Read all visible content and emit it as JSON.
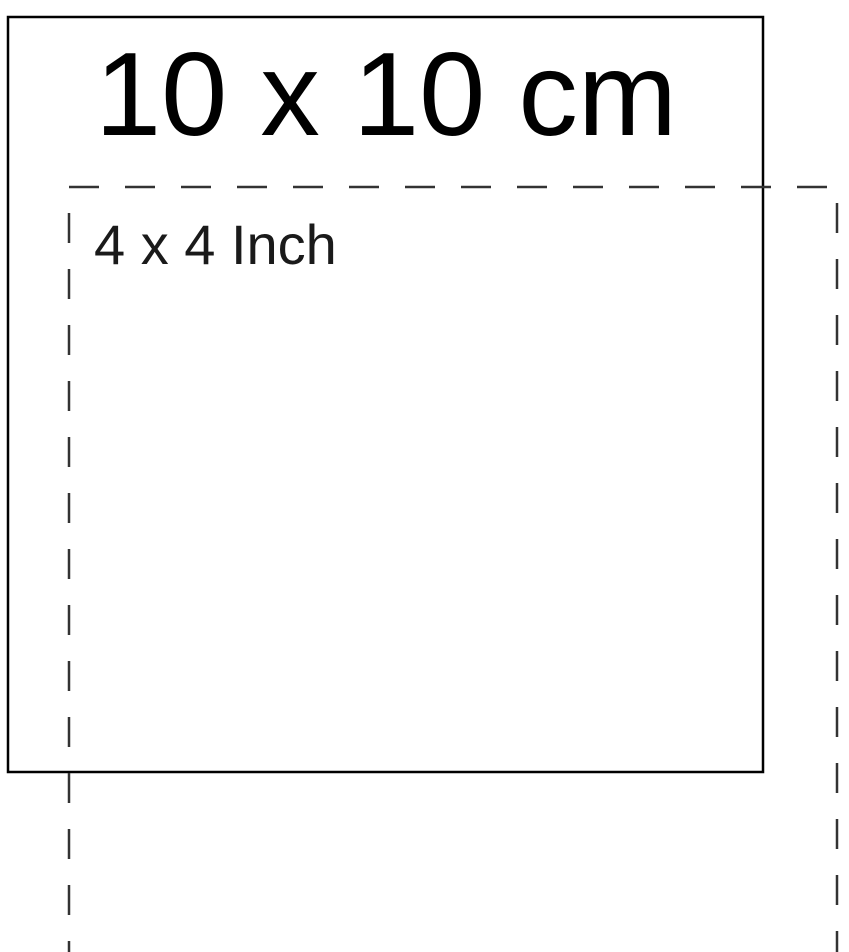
{
  "shapes": {
    "cm_square": {
      "label": "10 x 10 cm",
      "stroke": "#000000"
    },
    "inch_square": {
      "label": "4 x 4 Inch",
      "stroke": "#333333",
      "style": "dashed"
    }
  }
}
